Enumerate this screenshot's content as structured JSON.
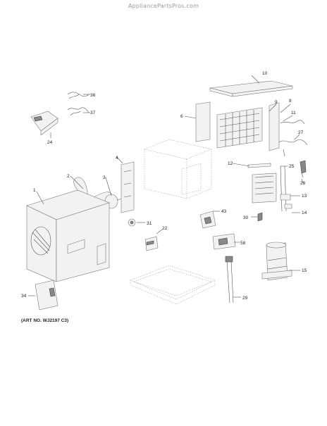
{
  "header": {
    "watermark": "AppliancePartsPros.com"
  },
  "diagram": {
    "art_number": "(ART NO. WJ2197 C3)",
    "callouts": [
      "1",
      "2",
      "3",
      "4",
      "6",
      "8",
      "9",
      "10",
      "11",
      "12",
      "13",
      "14",
      "15",
      "22",
      "24",
      "25",
      "27",
      "28",
      "29",
      "30",
      "31",
      "34",
      "36",
      "37",
      "43",
      "58"
    ]
  }
}
